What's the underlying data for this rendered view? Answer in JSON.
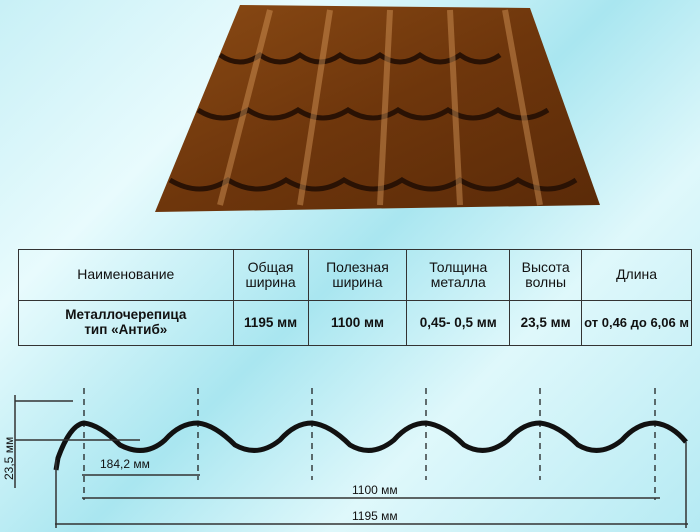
{
  "table": {
    "headers": [
      "Наименование",
      "Общая ширина",
      "Полезная ширина",
      "Толщина металла",
      "Высота волны",
      "Длина"
    ],
    "header_lines": [
      [
        "Наименование"
      ],
      [
        "Общая",
        "ширина"
      ],
      [
        "Полезная",
        "ширина"
      ],
      [
        "Толщина",
        "металла"
      ],
      [
        "Высота",
        "волны"
      ],
      [
        "Длина"
      ]
    ],
    "row": {
      "name_lines": [
        "Металлочерепица",
        "тип «Антиб»"
      ],
      "total_width": "1195 мм",
      "useful_width": "1100 мм",
      "thickness": "0,45- 0,5 мм",
      "wave_height": "23,5 мм",
      "length": "от 0,46 до 6,06 м"
    }
  },
  "profile": {
    "wave_height_label": "23,5 мм",
    "pitch_label": "184,2 мм",
    "useful_width_label": "1100 мм",
    "total_width_label": "1195 мм"
  },
  "colors": {
    "roof": "#7a3f0e",
    "roof_light": "#b86a2a",
    "line": "#111111"
  }
}
